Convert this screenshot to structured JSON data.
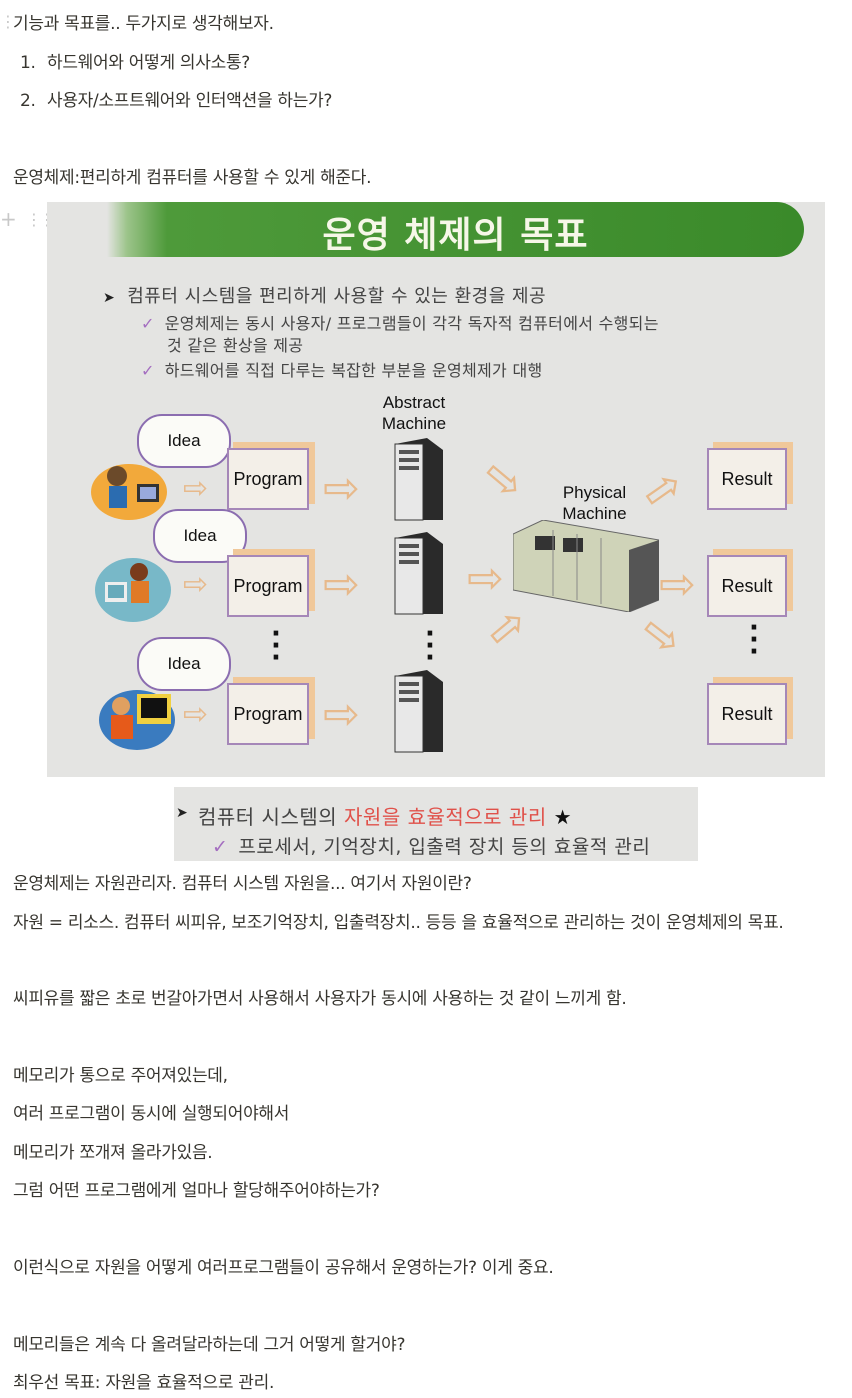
{
  "doc": {
    "line1": "기능과 목표를.. 두가지로 생각해보자.",
    "list": [
      {
        "num": "1.",
        "text": "하드웨어와 어떻게 의사소통?"
      },
      {
        "num": "2.",
        "text": "사용자/소프트웨어와 인터액션을 하는가?"
      }
    ],
    "line2": "운영체제:편리하게 컴퓨터를 사용할 수 있게 해준다.",
    "after": [
      "운영체제는 자원관리자. 컴퓨터 시스템 자원을... 여기서 자원이란?",
      "자원 = 리소스. 컴퓨터 씨피유, 보조기억장치, 입출력장치.. 등등 을 효율적으로 관리하는 것이 운영체제의 목표.",
      "씨피유를 짧은 초로 번갈아가면서 사용해서 사용자가 동시에 사용하는 것 같이 느끼게 함.",
      "메모리가 통으로 주어져있는데,",
      "여러 프로그램이 동시에 실행되어야해서",
      "메모리가 쪼개져 올라가있음.",
      "그럼 어떤 프로그램에게 얼마나 할당해주어야하는가?",
      "이런식으로 자원을 어떻게 여러프로그램들이 공유해서 운영하는가? 이게 중요.",
      "메모리들은 계속 다 올려달라하는데 그거 어떻게 할거야?",
      "최우선 목표: 자원을 효율적으로 관리."
    ]
  },
  "slide": {
    "title": "운영 체제의 목표",
    "bullet1": "컴퓨터 시스템을 편리하게 사용할 수 있는 환경을 제공",
    "sub1a": "운영체제는 동시 사용자/ 프로그램들이 각각 독자적 컴퓨터에서 수행되는",
    "sub1b": "것 같은 환상을 제공",
    "sub2": "하드웨어를 직접 다루는 복잡한 부분을 운영체제가 대행",
    "idea": "Idea",
    "program": "Program",
    "result": "Result",
    "abstract1": "Abstract",
    "abstract2": "Machine",
    "physical1": "Physical",
    "physical2": "Machine",
    "colors": {
      "banner": "#3a8a2a",
      "box_border": "#a587b8",
      "box_shadow": "#f0c89a",
      "check": "#a46ec0"
    }
  },
  "caption": {
    "line1_prefix": "컴퓨터 시스템의 ",
    "line1_highlight": "자원을 효율적으로 관리",
    "line1_star": " ★",
    "line2": "프로세서, 기억장치, 입출력 장치 등의 효율적 관리",
    "highlight_color": "#e0514a"
  },
  "icons": [
    "plus-icon",
    "drag-handle-icon"
  ]
}
